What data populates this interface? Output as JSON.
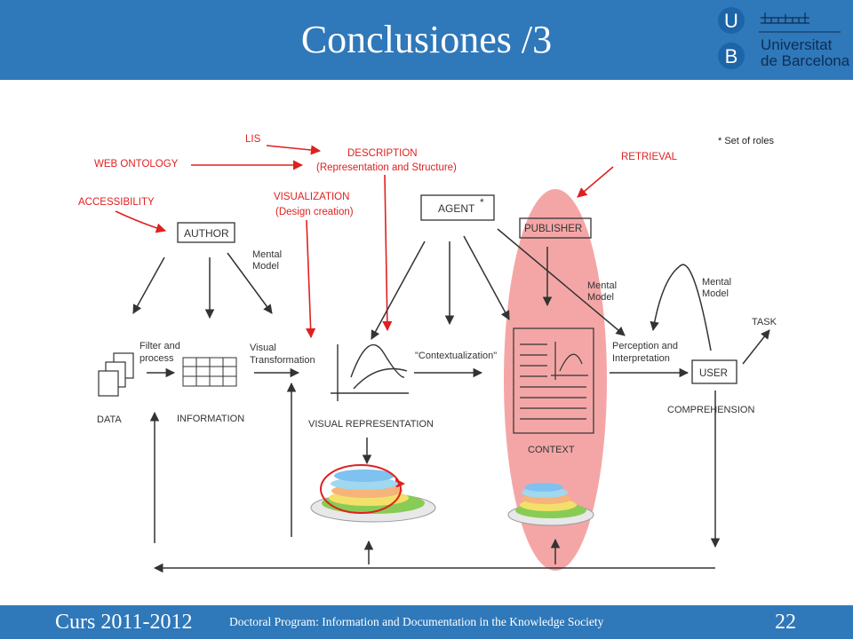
{
  "header": {
    "title": "Conclusiones /3"
  },
  "logo": {
    "letter_u": "U",
    "letter_b": "B",
    "line1": "Universitat",
    "line2": "de Barcelona"
  },
  "diagram": {
    "note": "* Set of roles",
    "red_labels": {
      "lis": "LIS",
      "web_ontology": "WEB ONTOLOGY",
      "accessibility": "ACCESSIBILITY",
      "description": "DESCRIPTION",
      "description_sub": "(Representation and Structure)",
      "visualization": "VISUALIZATION",
      "visualization_sub": "(Design creation)",
      "retrieval": "RETRIEVAL"
    },
    "boxes": {
      "author": "AUTHOR",
      "agent": "AGENT",
      "agent_star": "*",
      "publisher": "PUBLISHER",
      "user": "USER"
    },
    "labels": {
      "mental_model_1a": "Mental",
      "mental_model_1b": "Model",
      "mental_model_2a": "Mental",
      "mental_model_2b": "Model",
      "mental_model_3a": "Mental",
      "mental_model_3b": "Model",
      "filter_a": "Filter and",
      "filter_b": "process",
      "visual_a": "Visual",
      "visual_b": "Transformation",
      "contextualization": "\"Contextualization\"",
      "perception_a": "Perception and",
      "perception_b": "Interpretation",
      "task": "TASK",
      "data": "DATA",
      "information": "INFORMATION",
      "visual_representation": "VISUAL REPRESENTATION",
      "context": "CONTEXT",
      "comprehension": "COMPREHENSION"
    }
  },
  "footer": {
    "left": "Curs 2011-2012",
    "center": "Doctoral Program: Information and Documentation in the Knowledge Society",
    "page": "22"
  },
  "colors": {
    "brand_blue": "#2f78b9",
    "annotation_red": "#e02020",
    "context_pink": "#f4a6a6"
  }
}
